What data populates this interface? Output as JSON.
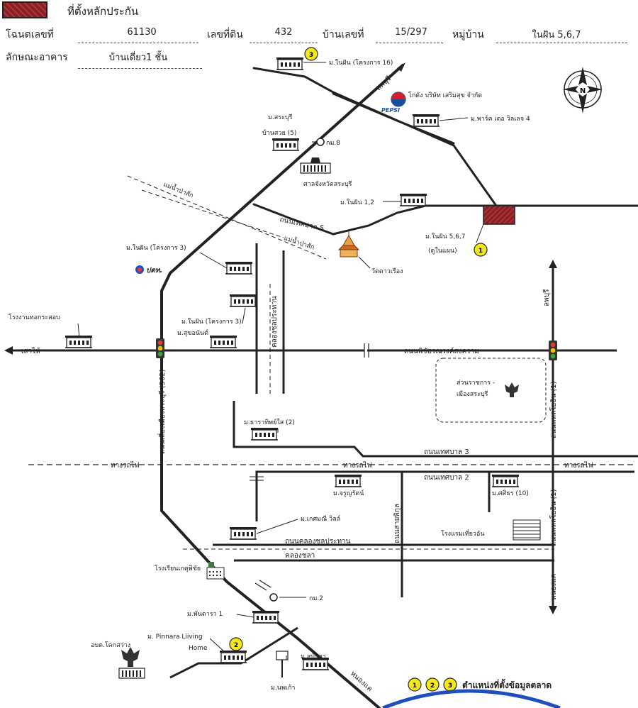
{
  "legend": {
    "label": "ที่ตั้งหลักประกัน",
    "swatch_color": "#8a1f24"
  },
  "header": {
    "deed_label": "โฉนดเลขที่",
    "deed_value": "61130",
    "land_no_label": "เลขที่ดิน",
    "land_no_value": "432",
    "house_no_label": "บ้านเลขที่",
    "house_no_value": "15/297",
    "village_label": "หมู่บ้าน",
    "village_value": "ในฝัน 5,6,7",
    "building_label": "ลักษณะอาคาร",
    "building_value": "บ้านเดี่ยว1 ชั้น"
  },
  "places": {
    "p1": "ม.ในฝัน (โครงการ 16)",
    "p2": "โกดัง บริษัท เสริมสุข จำกัด",
    "pepsi": "PEPSI",
    "p3": "ม.พาร์ค เดอ วิลเลจ 4",
    "p4a": "ม.สระบุรี",
    "p4b": "บ้านสวย (5)",
    "km8": "กม.8",
    "court": "ศาลจังหวัดสระบุรี",
    "p5": "ม.ในฝัน 1,2",
    "river1": "แม่น้ำป่าสัก",
    "river2": "แม่น้ำป่าสัก",
    "p6a": "ม.ในฝัน 5,6,7",
    "p6b": "(ดูในแผน)",
    "p7": "ม.ในฝัน (โครงการ 3)",
    "ptt": "ปตท.",
    "temple": "วัดดาวเรือง",
    "p8a": "ม.ในฝัน (โครงการ 3)",
    "p8b": "ม.สุขอนันต์",
    "factory": "โรงงานทอกระสอบ",
    "gov_a": "ส่วนราชการ -",
    "gov_b": "เมืองสระบุรี",
    "p9": "ม.ธาราทิพย์ใส (2)",
    "p10": "ม.จรูญรัตน์",
    "p11": "ม.ศศิธร (10)",
    "p12": "ม.เกศมณี วิลล์",
    "hotel": "โรงแรมเที่ยวอัน",
    "school": "โรงเรียนเกตุพิชัย",
    "km2": "กม.2",
    "p13": "ม.พันดารา 1",
    "p14a": "ม. Pinnara Liiving",
    "p14b": "Home",
    "obt": "อบต.โคกสว่าง",
    "p15": "ม.สบันงา",
    "p16": "ม.นพเก้า"
  },
  "roads": {
    "lopburi_top": "ลพบุรี",
    "thesaban5": "ถนนเทศบาล 5",
    "sao_hai": "เสาไห้",
    "phichai": "ถนนพิชัยรณรงค์สงคราม",
    "canal_prathan": "คลองชลประทาน",
    "lopburi_right": "ลพบุรี",
    "muang_saraburi": "ถนนเลี่ยงเมืองสระบุรี (362)",
    "phahon1": "ถนนพหลโยธิน (1)",
    "thesaban3": "ถนนเทศบาล 3",
    "rail1": "ทางรถไฟ",
    "rail2": "ทางรถไฟ",
    "rail3": "ทางรถไฟ",
    "thesaban2": "ถนนเทศบาล 2",
    "sai_phikun": "ถนนสายพิกุล",
    "phahon2": "ถนนพหลโยธิน (1)",
    "canal_road": "ถนนคลองชลประทาน",
    "canal_lower": "คลองชลา",
    "nong_khae_right": "หนองแค",
    "nong_khae_bottom": "หนองแค"
  },
  "markers": {
    "m1": "1",
    "m2": "2",
    "m3": "3",
    "m_legend_1": "1",
    "m_legend_2": "2",
    "m_legend_3": "3"
  },
  "footer": {
    "legend_text": "ตำแหน่งที่ตั้งข้อมูลตลาด"
  },
  "compass": {
    "north": "N"
  },
  "colors": {
    "marker_fill": "#f5e81a",
    "property_fill": "#8a1f24",
    "road": "#222222",
    "seal_blue": "#1f4fbf"
  }
}
